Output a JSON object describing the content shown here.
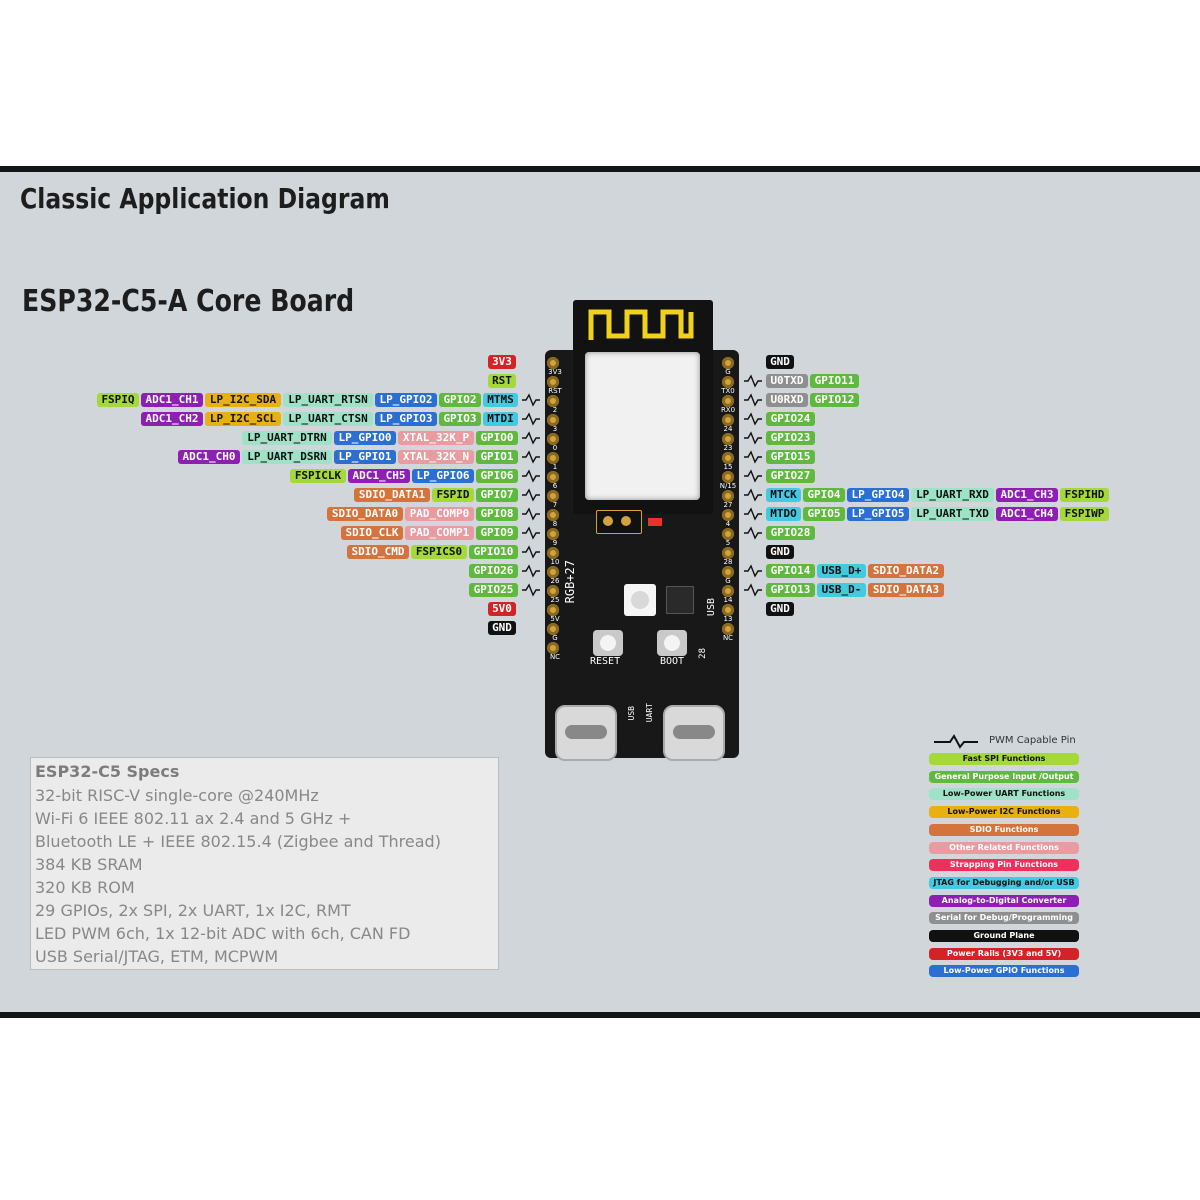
{
  "title": "Classic Application Diagram",
  "board_title": "ESP32-C5-A Core Board",
  "colors": {
    "panel": "#d1d6da",
    "fast_spi": "#a5d83a",
    "gpio": "#5fb93e",
    "lp_uart": "#9fe2c7",
    "lp_i2c": "#e8b010",
    "sdio": "#d4733c",
    "other": "#e99ba0",
    "strapping": "#ef2f5c",
    "jtag": "#43c9e0",
    "adc": "#8e1fb2",
    "serial": "#8f8f8f",
    "ground": "#111111",
    "power": "#d42326",
    "lp_gpio": "#2a6fd1"
  },
  "left_pins": [
    {
      "labels": [
        {
          "text": "3V3",
          "cat": "power"
        }
      ]
    },
    {
      "labels": [
        {
          "text": "RST",
          "cat": "fast_spi"
        }
      ]
    },
    {
      "labels": [
        {
          "text": "FSPIQ",
          "cat": "fast_spi"
        },
        {
          "text": "ADC1_CH1",
          "cat": "adc"
        },
        {
          "text": "LP_I2C_SDA",
          "cat": "lp_i2c"
        },
        {
          "text": "LP_UART_RTSN",
          "cat": "lp_uart"
        },
        {
          "text": "LP_GPIO2",
          "cat": "lp_gpio"
        },
        {
          "text": "GPIO2",
          "cat": "gpio"
        },
        {
          "text": "MTMS",
          "cat": "jtag"
        }
      ],
      "pwm": true
    },
    {
      "labels": [
        {
          "text": "ADC1_CH2",
          "cat": "adc"
        },
        {
          "text": "LP_I2C_SCL",
          "cat": "lp_i2c"
        },
        {
          "text": "LP_UART_CTSN",
          "cat": "lp_uart"
        },
        {
          "text": "LP_GPIO3",
          "cat": "lp_gpio"
        },
        {
          "text": "GPIO3",
          "cat": "gpio"
        },
        {
          "text": "MTDI",
          "cat": "jtag"
        }
      ],
      "pwm": true
    },
    {
      "labels": [
        {
          "text": "LP_UART_DTRN",
          "cat": "lp_uart"
        },
        {
          "text": "LP_GPIO0",
          "cat": "lp_gpio"
        },
        {
          "text": "XTAL_32K_P",
          "cat": "other"
        },
        {
          "text": "GPIO0",
          "cat": "gpio"
        }
      ],
      "pwm": true
    },
    {
      "labels": [
        {
          "text": "ADC1_CH0",
          "cat": "adc"
        },
        {
          "text": "LP_UART_DSRN",
          "cat": "lp_uart"
        },
        {
          "text": "LP_GPIO1",
          "cat": "lp_gpio"
        },
        {
          "text": "XTAL_32K_N",
          "cat": "other"
        },
        {
          "text": "GPIO1",
          "cat": "gpio"
        }
      ],
      "pwm": true
    },
    {
      "labels": [
        {
          "text": "FSPICLK",
          "cat": "fast_spi"
        },
        {
          "text": "ADC1_CH5",
          "cat": "adc"
        },
        {
          "text": "LP_GPIO6",
          "cat": "lp_gpio"
        },
        {
          "text": "GPIO6",
          "cat": "gpio"
        }
      ],
      "pwm": true
    },
    {
      "labels": [
        {
          "text": "SDIO_DATA1",
          "cat": "sdio"
        },
        {
          "text": "FSPID",
          "cat": "fast_spi"
        },
        {
          "text": "GPIO7",
          "cat": "gpio"
        }
      ],
      "pwm": true
    },
    {
      "labels": [
        {
          "text": "SDIO_DATA0",
          "cat": "sdio"
        },
        {
          "text": "PAD_COMP0",
          "cat": "other"
        },
        {
          "text": "GPIO8",
          "cat": "gpio"
        }
      ],
      "pwm": true
    },
    {
      "labels": [
        {
          "text": "SDIO_CLK",
          "cat": "sdio"
        },
        {
          "text": "PAD_COMP1",
          "cat": "other"
        },
        {
          "text": "GPIO9",
          "cat": "gpio"
        }
      ],
      "pwm": true
    },
    {
      "labels": [
        {
          "text": "SDIO_CMD",
          "cat": "sdio"
        },
        {
          "text": "FSPICS0",
          "cat": "fast_spi"
        },
        {
          "text": "GPIO10",
          "cat": "gpio"
        }
      ],
      "pwm": true
    },
    {
      "labels": [
        {
          "text": "GPIO26",
          "cat": "gpio"
        }
      ],
      "pwm": true
    },
    {
      "labels": [
        {
          "text": "GPIO25",
          "cat": "gpio"
        }
      ],
      "pwm": true
    },
    {
      "labels": [
        {
          "text": "5V0",
          "cat": "power"
        }
      ]
    },
    {
      "labels": [
        {
          "text": "GND",
          "cat": "ground"
        }
      ]
    }
  ],
  "right_pins": [
    {
      "labels": [
        {
          "text": "GND",
          "cat": "ground"
        }
      ]
    },
    {
      "labels": [
        {
          "text": "U0TXD",
          "cat": "serial"
        },
        {
          "text": "GPIO11",
          "cat": "gpio"
        }
      ],
      "pwm": true
    },
    {
      "labels": [
        {
          "text": "U0RXD",
          "cat": "serial"
        },
        {
          "text": "GPIO12",
          "cat": "gpio"
        }
      ],
      "pwm": true
    },
    {
      "labels": [
        {
          "text": "GPIO24",
          "cat": "gpio"
        }
      ],
      "pwm": true
    },
    {
      "labels": [
        {
          "text": "GPIO23",
          "cat": "gpio"
        }
      ],
      "pwm": true
    },
    {
      "labels": [
        {
          "text": "GPIO15",
          "cat": "gpio"
        }
      ],
      "pwm": true
    },
    {
      "labels": [
        {
          "text": "GPIO27",
          "cat": "gpio"
        }
      ],
      "pwm": true
    },
    {
      "labels": [
        {
          "text": "MTCK",
          "cat": "jtag"
        },
        {
          "text": "GPIO4",
          "cat": "gpio"
        },
        {
          "text": "LP_GPIO4",
          "cat": "lp_gpio"
        },
        {
          "text": "LP_UART_RXD",
          "cat": "lp_uart"
        },
        {
          "text": "ADC1_CH3",
          "cat": "adc"
        },
        {
          "text": "FSPIHD",
          "cat": "fast_spi"
        }
      ],
      "pwm": true
    },
    {
      "labels": [
        {
          "text": "MTDO",
          "cat": "jtag"
        },
        {
          "text": "GPIO5",
          "cat": "gpio"
        },
        {
          "text": "LP_GPIO5",
          "cat": "lp_gpio"
        },
        {
          "text": "LP_UART_TXD",
          "cat": "lp_uart"
        },
        {
          "text": "ADC1_CH4",
          "cat": "adc"
        },
        {
          "text": "FSPIWP",
          "cat": "fast_spi"
        }
      ],
      "pwm": true
    },
    {
      "labels": [
        {
          "text": "GPIO28",
          "cat": "gpio"
        }
      ],
      "pwm": true
    },
    {
      "labels": [
        {
          "text": "GND",
          "cat": "ground"
        }
      ]
    },
    {
      "labels": [
        {
          "text": "GPIO14",
          "cat": "gpio"
        },
        {
          "text": "USB_D+",
          "cat": "jtag"
        },
        {
          "text": "SDIO_DATA2",
          "cat": "sdio"
        }
      ],
      "pwm": true
    },
    {
      "labels": [
        {
          "text": "GPIO13",
          "cat": "gpio"
        },
        {
          "text": "USB_D-",
          "cat": "jtag"
        },
        {
          "text": "SDIO_DATA3",
          "cat": "sdio"
        }
      ],
      "pwm": true
    },
    {
      "labels": [
        {
          "text": "GND",
          "cat": "ground"
        }
      ]
    }
  ],
  "header_left_silk": [
    "3V3",
    "RST",
    "2",
    "3",
    "0",
    "1",
    "6",
    "7",
    "8",
    "9",
    "10",
    "26",
    "25",
    "5V",
    "G",
    "NC"
  ],
  "header_right_silk": [
    "G",
    "TX0",
    "RX0",
    "24",
    "23",
    "15",
    "N/15",
    "27",
    "4",
    "5",
    "28",
    "G",
    "14",
    "13",
    "NC"
  ],
  "board_silk": {
    "rgb": "RGB+27",
    "usb_vert": "USB",
    "reset": "RESET",
    "boot": "BOOT",
    "pin28": "28",
    "usb_port": "USB",
    "uart_port": "UART"
  },
  "specs": {
    "title": "ESP32-C5 Specs",
    "lines": [
      "32-bit RISC-V single-core @240MHz",
      "Wi-Fi 6 IEEE 802.11 ax 2.4 and 5 GHz +",
      "Bluetooth LE + IEEE 802.15.4 (Zigbee and Thread)",
      "384 KB SRAM",
      "320 KB ROM",
      "29 GPIOs, 2x SPI, 2x UART, 1x I2C, RMT",
      "LED PWM 6ch, 1x 12-bit ADC with 6ch, CAN FD",
      "USB Serial/JTAG, ETM, MCPWM"
    ]
  },
  "legend": {
    "pwm_label": "PWM Capable Pin",
    "items": [
      {
        "text": "Fast SPI Functions",
        "cat": "fast_spi"
      },
      {
        "text": "General Purpose Input /Output",
        "cat": "gpio"
      },
      {
        "text": "Low-Power UART Functions",
        "cat": "lp_uart"
      },
      {
        "text": "Low-Power I2C Functions",
        "cat": "lp_i2c"
      },
      {
        "text": "SDIO Functions",
        "cat": "sdio"
      },
      {
        "text": "Other Related Functions",
        "cat": "other"
      },
      {
        "text": "Strapping Pin Functions",
        "cat": "strapping"
      },
      {
        "text": "JTAG for Debugging and/or USB",
        "cat": "jtag"
      },
      {
        "text": "Analog-to-Digital Converter",
        "cat": "adc"
      },
      {
        "text": "Serial for Debug/Programming",
        "cat": "serial"
      },
      {
        "text": "Ground Plane",
        "cat": "ground"
      },
      {
        "text": "Power Rails (3V3 and 5V)",
        "cat": "power"
      },
      {
        "text": "Low-Power GPIO Functions",
        "cat": "lp_gpio"
      }
    ]
  }
}
